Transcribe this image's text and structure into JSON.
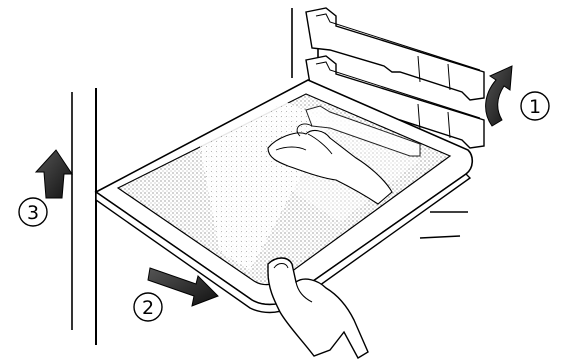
{
  "diagram": {
    "steps": [
      {
        "number": "1",
        "action": "lift"
      },
      {
        "number": "2",
        "action": "pull"
      },
      {
        "number": "3",
        "action": "lift"
      }
    ],
    "colors": {
      "line": "#000000",
      "background": "#ffffff",
      "arrow": "#1a1a1a"
    }
  }
}
